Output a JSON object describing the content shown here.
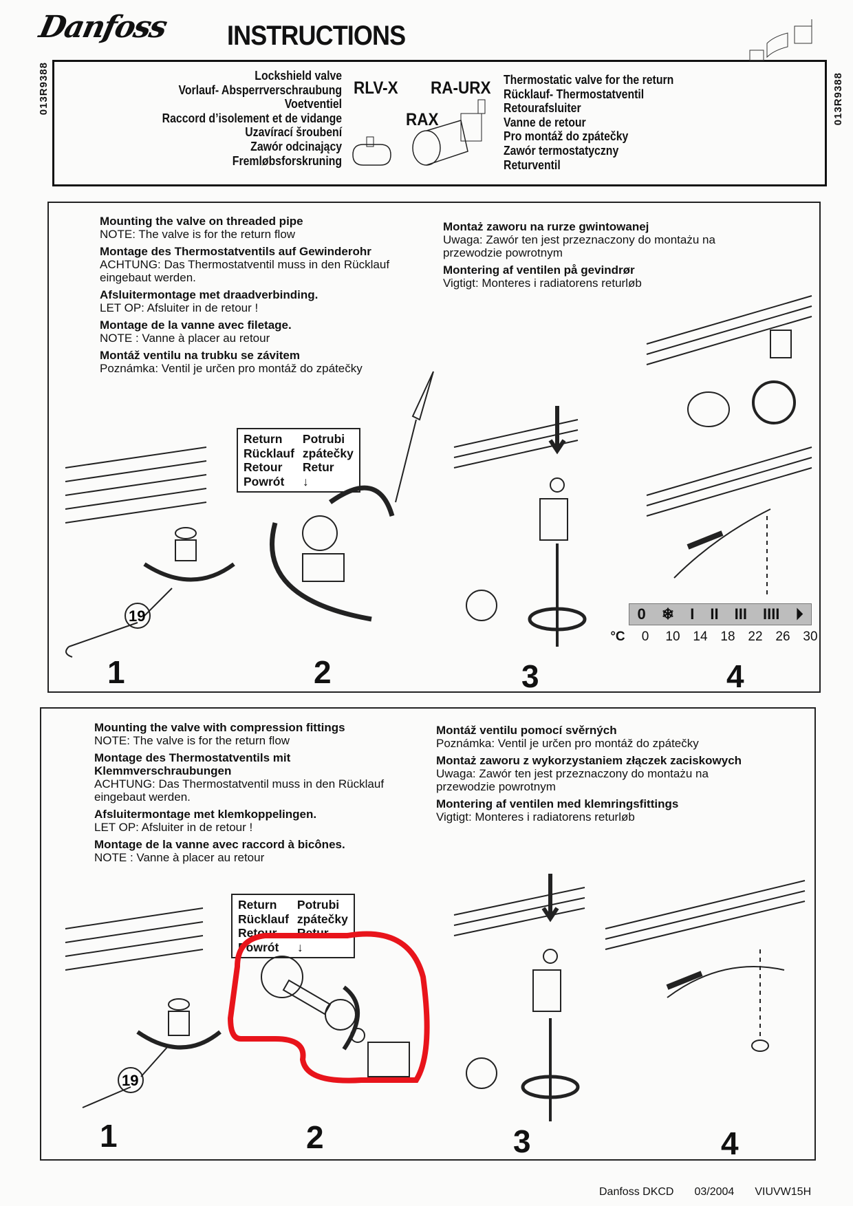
{
  "header": {
    "logo": "Danfoss",
    "title": "INSTRUCTIONS",
    "doc_code": "013R9388"
  },
  "products": {
    "lockshield": [
      "Lockshield valve",
      "Vorlauf- Absperrverschraubung",
      "Voetventiel",
      "Raccord d’isolement et de vidange",
      "Uzavírací šroubení",
      "Zawór odcinający",
      "Fremløbsforskruning"
    ],
    "models": {
      "rlv": "RLV-X",
      "raurx": "RA-URX",
      "rax": "RAX"
    },
    "thermostatic": [
      "Thermostatic valve for the return",
      "Rücklauf- Thermostatventil",
      "Retourafsluiter",
      "Vanne de retour",
      "Pro montáž do zpátečky",
      "Zawór termostatyczny",
      "Returventil"
    ]
  },
  "section1": {
    "left": [
      {
        "h": "Mounting the valve on threaded pipe",
        "t": "NOTE: The valve is for the return flow"
      },
      {
        "h": "Montage des Thermostatventils auf Gewinderohr",
        "t": "ACHTUNG: Das Thermostatventil muss in den Rücklauf eingebaut werden."
      },
      {
        "h": "Afsluitermontage met draadverbinding.",
        "t": "LET OP: Afsluiter in de retour !"
      },
      {
        "h": "Montage de la vanne avec filetage.",
        "t": "NOTE : Vanne à placer au retour"
      },
      {
        "h": "Montáž ventilu na trubku se závitem",
        "t": "Poznámka: Ventil je určen pro montáž do zpátečky"
      }
    ],
    "right": [
      {
        "h": "Montaż zaworu na rurze gwintowanej",
        "t": "Uwaga: Zawór ten jest przeznaczony do montażu na przewodzie powrotnym"
      },
      {
        "h": "Montering af ventilen på gevindrør",
        "t": "Vigtigt: Monteres i radiatorens returløb"
      }
    ],
    "labels": [
      "Return",
      "Potrubi",
      "Rücklauf",
      "zpátečky",
      "Retour",
      "Retur",
      "Powrót",
      "↓"
    ],
    "wrench_size": "19",
    "steps": [
      "1",
      "2",
      "3",
      "4"
    ],
    "dial": {
      "marks": [
        "0",
        "❄",
        "I",
        "II",
        "III",
        "IIII",
        "⏵"
      ],
      "unit": "°C",
      "temps": [
        "0",
        "10",
        "14",
        "18",
        "22",
        "26",
        "30"
      ]
    }
  },
  "section2": {
    "left": [
      {
        "h": "Mounting the valve with compression fittings",
        "t": "NOTE: The valve is for the return flow"
      },
      {
        "h": "Montage des Thermostatventils mit Klemmverschraubungen",
        "t": "ACHTUNG: Das Thermostatventil muss in den Rücklauf eingebaut werden."
      },
      {
        "h": "Afsluitermontage met klemkoppelingen.",
        "t": "LET OP: Afsluiter in de retour !"
      },
      {
        "h": "Montage de la vanne avec raccord à bicônes.",
        "t": "NOTE : Vanne à placer au retour"
      }
    ],
    "right": [
      {
        "h": "Montáž ventilu pomocí svěrných",
        "t": "Poznámka: Ventil je určen pro montáž do zpátečky"
      },
      {
        "h": "Montaż zaworu z wykorzystaniem złączek zaciskowych",
        "t": "Uwaga: Zawór ten jest przeznaczony do montażu na przewodzie powrotnym"
      },
      {
        "h": "Montering af ventilen med klemringsfittings",
        "t": "Vigtigt: Monteres i radiatorens returløb"
      }
    ],
    "labels": [
      "Return",
      "Potrubi",
      "Rücklauf",
      "zpátečky",
      "Retour",
      "Retur",
      "Powrót",
      "↓"
    ],
    "wrench_size": "19",
    "steps": [
      "1",
      "2",
      "3",
      "4"
    ],
    "highlight_color": "#e8141b"
  },
  "footer": {
    "company": "Danfoss DKCD",
    "date": "03/2004",
    "code": "VIUVW15H"
  }
}
